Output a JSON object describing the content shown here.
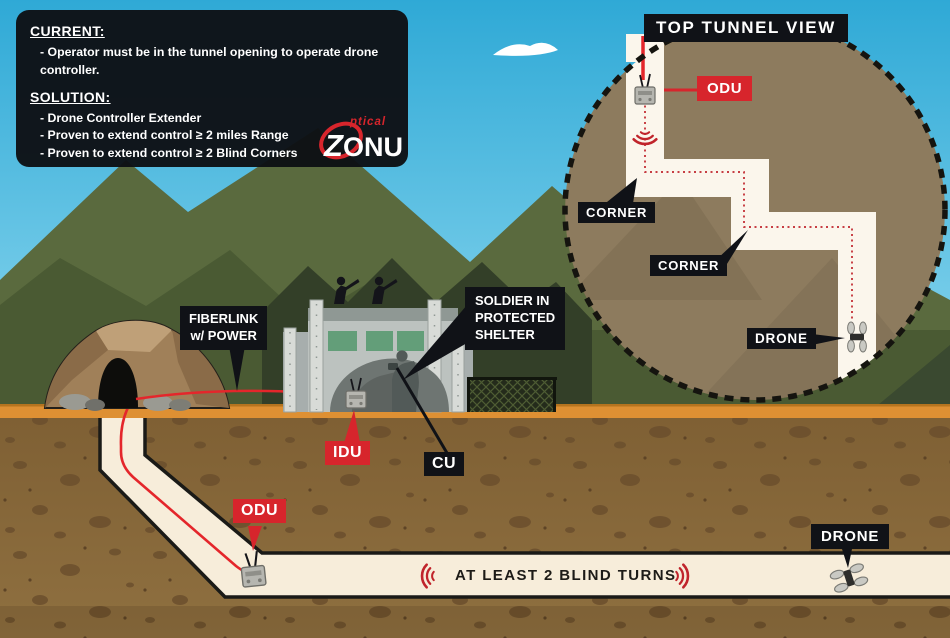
{
  "info_panel": {
    "current_heading": "CURRENT:",
    "current_items": [
      "-  Operator must be in the tunnel opening to operate drone controller."
    ],
    "solution_heading": "SOLUTION:",
    "solution_items": [
      "-  Drone Controller Extender",
      "-  Proven to extend control ≥ 2 miles Range",
      "-  Proven to extend control ≥ 2 Blind Corners"
    ]
  },
  "logo": {
    "z": "Z",
    "onu": "ONU",
    "script": "ptical",
    "brand": "Optical Zonu"
  },
  "top_view": {
    "title": "TOP TUNNEL VIEW",
    "odu": "ODU",
    "corner1": "CORNER",
    "corner2": "CORNER",
    "drone": "DRONE"
  },
  "labels": {
    "fiberlink": "FIBERLINK\nw/ POWER",
    "shelter_line1": "SOLDIER IN",
    "shelter_line2": "PROTECTED",
    "shelter_line3": "SHELTER",
    "idu": "IDU",
    "cu": "CU",
    "odu": "ODU",
    "drone": "DRONE"
  },
  "tunnel": {
    "blind_turns_text": "AT LEAST 2 BLIND TURNS"
  },
  "colors": {
    "accent_red": "#D7252C",
    "cable_red": "#E4262B",
    "label_black": "#101217",
    "tunnel_cream": "#F7EDDA",
    "sky_blue": "#3FB4DE",
    "dirt_brown": "#8A6A3A"
  }
}
